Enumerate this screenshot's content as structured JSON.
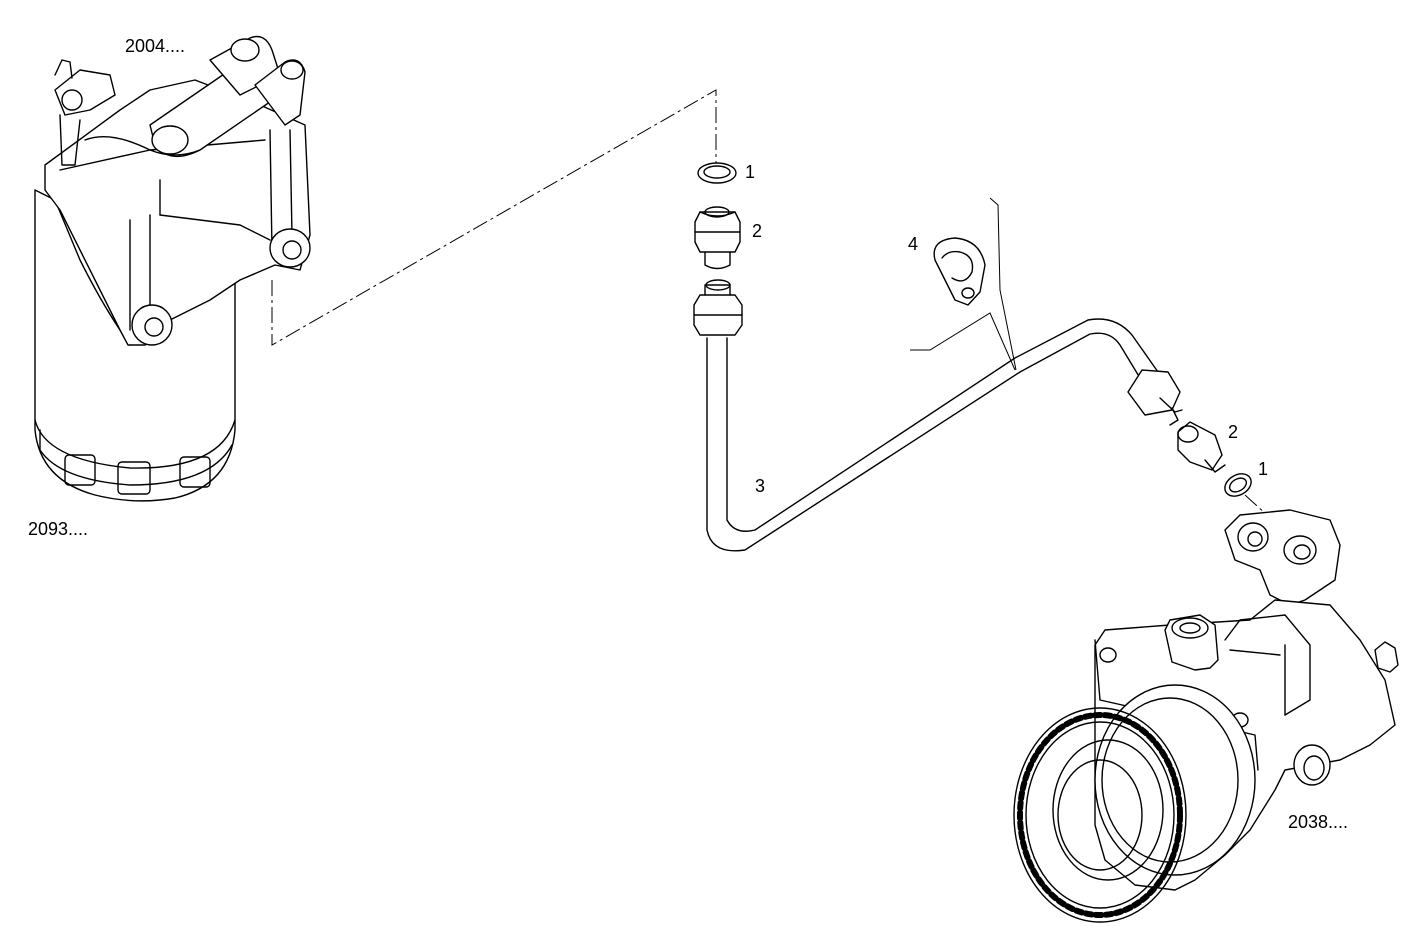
{
  "callouts": {
    "ref_2004": "2004....",
    "ref_2093": "2093....",
    "ref_2038": "2038....",
    "item_1_top": "1",
    "item_2_top": "2",
    "item_3": "3",
    "item_4": "4",
    "item_2_bottom": "2",
    "item_1_bottom": "1"
  },
  "colors": {
    "line": "#000000",
    "background": "#ffffff"
  }
}
